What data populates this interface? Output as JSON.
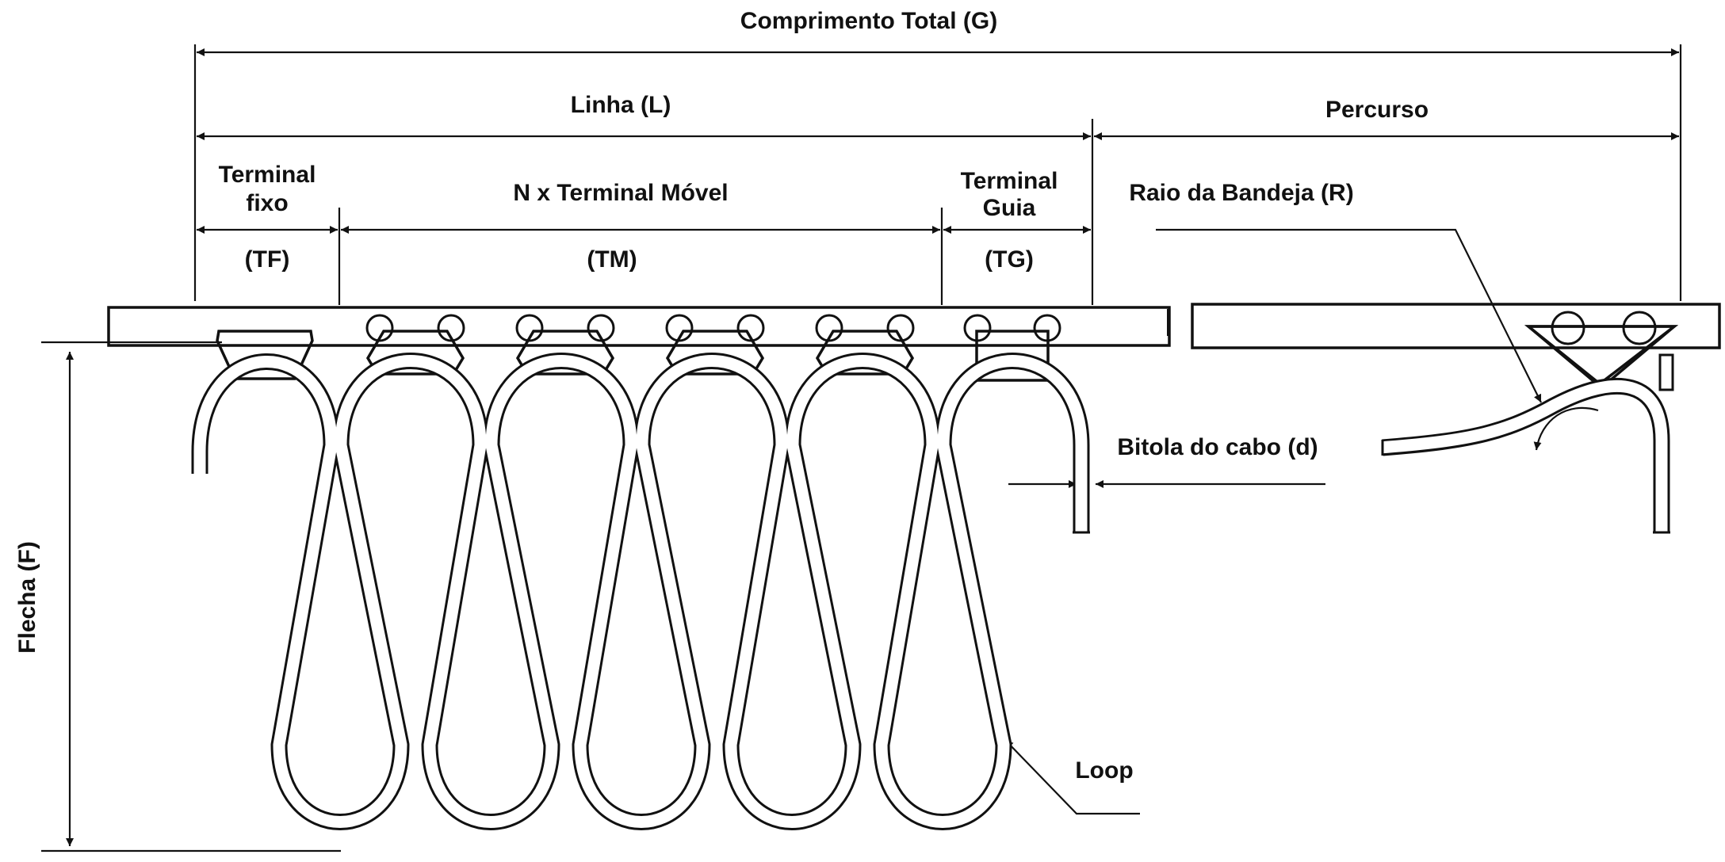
{
  "labels": {
    "total_length": "Comprimento Total (G)",
    "line": "Linha (L)",
    "course": "Percurso",
    "fixed_terminal_line1": "Terminal",
    "fixed_terminal_line2": "fixo",
    "fixed_terminal_code": "(TF)",
    "mobile_terminals": "N x Terminal Móvel",
    "mobile_terminals_code": "(TM)",
    "guide_terminal_line1": "Terminal",
    "guide_terminal_line2": "Guia",
    "guide_terminal_code": "(TG)",
    "tray_radius": "Raio da Bandeja (R)",
    "cable_gauge": "Bitola do cabo (d)",
    "loop": "Loop",
    "sag": "Flecha (F)"
  },
  "colors": {
    "ink": "#111111",
    "background": "#ffffff"
  },
  "counts": {
    "mobile_terminals": 4,
    "cable_loops": 5
  }
}
